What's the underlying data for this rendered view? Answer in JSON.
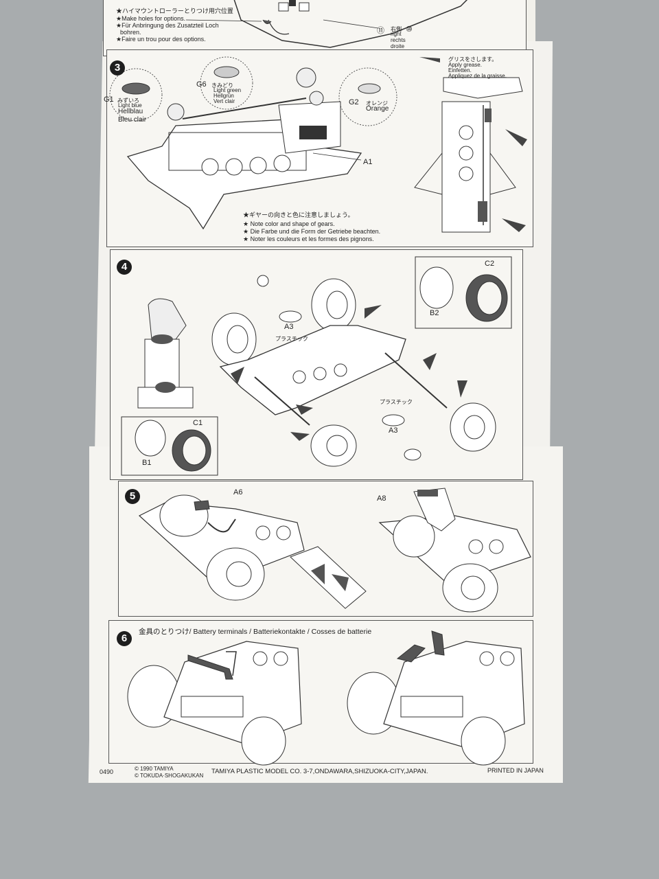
{
  "step2": {
    "notes_ja": "★ハイマウントローラーとりつけ用穴位置",
    "notes_en": "★Make holes for options.",
    "notes_de": "★Für Anbringung des Zusatzteil Loch",
    "notes_de2": "bohren.",
    "notes_fr": "★Faire un trou pour des options.",
    "right_num_a": "⑪",
    "right_label_ja": "右側",
    "right_label_en": "right",
    "right_label_de": "rechts",
    "right_label_fr": "droite",
    "right_num_b": "⑩"
  },
  "step3": {
    "number": "3",
    "g1_code": "G1",
    "g1_ja": "みずいろ",
    "g1_en": "Light blue",
    "g1_de": "Hellblau",
    "g1_fr": "Bleu clair",
    "g6_code": "G6",
    "g6_ja": "きみどり",
    "g6_en": "Light green",
    "g6_de": "Hellgrün",
    "g6_fr": "Vert clair",
    "g2_code": "G2",
    "g2_ja": "オレンジ",
    "g2_en": "Orange",
    "a1": "A1",
    "grease_ja": "グリスをさします。",
    "grease_en": "Apply grease.",
    "grease_de": "Einfetten.",
    "grease_fr": "Appliquez de la graisse.",
    "note_ja": "★ギヤーの向きと色に注意しましょう。",
    "note_en": "★ Note color and shape of gears.",
    "note_de": "★ Die Farbe und die Form der Getriebe beachten.",
    "note_fr": "★ Noter les couleurs et les formes des pignons."
  },
  "step4": {
    "number": "4",
    "a3_top": "A3",
    "plastic_top": "プラスチック",
    "plastic_bottom": "プラスチック",
    "a3_bottom": "A3",
    "c2": "C2",
    "b2": "B2",
    "c1": "C1",
    "b1": "B1"
  },
  "step5": {
    "number": "5",
    "a6": "A6",
    "a8": "A8"
  },
  "step6": {
    "number": "6",
    "title_ja": "金具のとりつけ/",
    "title_rest": " Battery terminals / Batteriekontakte / Cosses de batterie"
  },
  "footer": {
    "code": "0490",
    "copy1": "© 1990 TAMIYA",
    "copy2": "© TOKUDA·SHOGAKUKAN",
    "company": "TAMIYA PLASTIC MODEL CO. 3-7,ONDAWARA,SHIZUOKA-CITY,JAPAN.",
    "printed": "PRINTED IN JAPAN"
  }
}
